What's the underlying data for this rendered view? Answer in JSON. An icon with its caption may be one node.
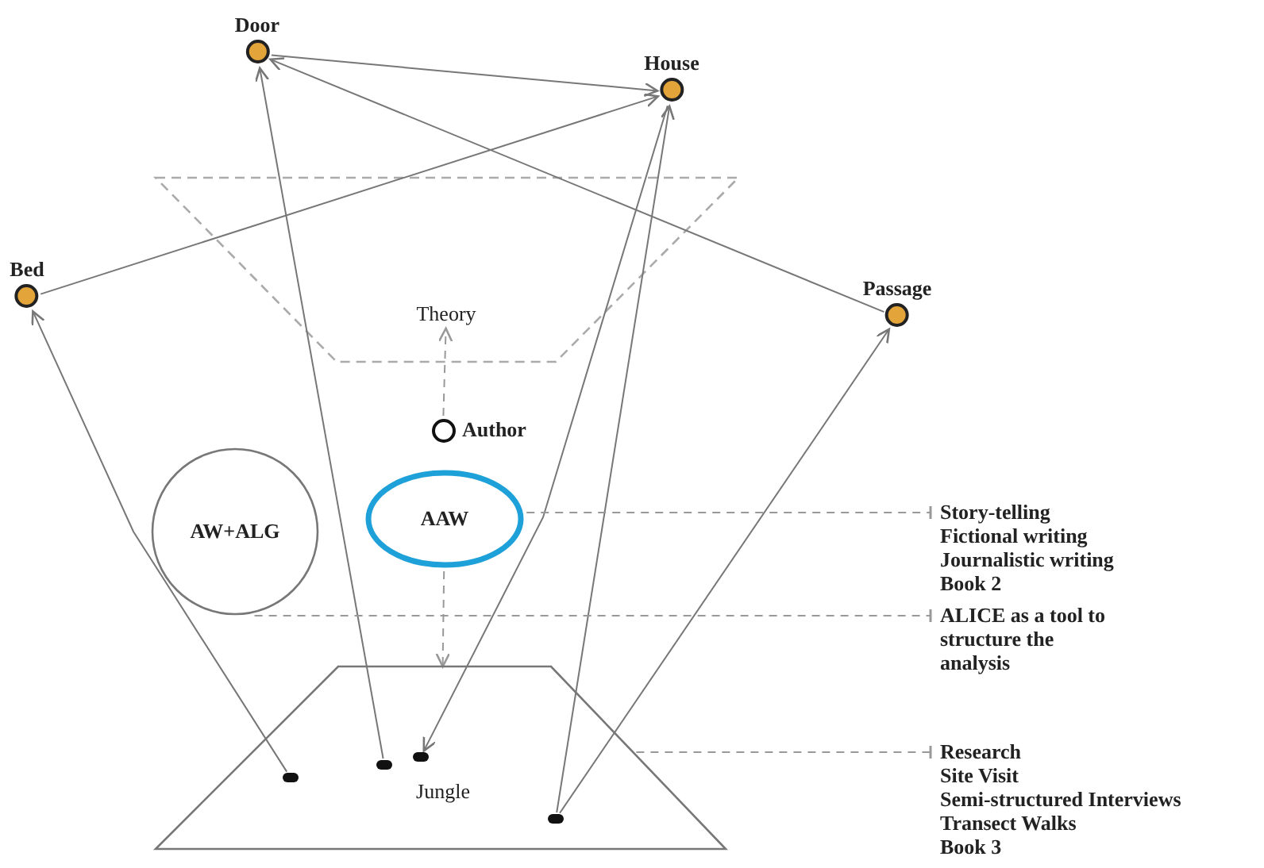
{
  "diagram": {
    "nodes": [
      {
        "text": [
          "Door"
        ]
      },
      {
        "text": [
          "House"
        ]
      },
      {
        "text": [
          "Bed"
        ]
      },
      {
        "text": [
          "Passage"
        ]
      },
      {
        "text": [
          "Theory"
        ]
      },
      {
        "text": [
          "Author"
        ]
      },
      {
        "text": [
          "AAW"
        ]
      },
      {
        "text": [
          "AW+ALG"
        ]
      },
      {
        "text": [
          "Jungle"
        ]
      },
      {
        "text": [],
        "shape": "circle",
        "in": 8
      },
      {
        "text": [],
        "shape": "circle",
        "in": 8
      },
      {
        "text": [],
        "shape": "circle",
        "in": 8
      },
      {
        "text": [],
        "shape": "circle",
        "in": 8
      },
      {
        "text": [
          "Story-telling",
          "Fictional writing",
          "Journalistic writing",
          "Book 2"
        ]
      },
      {
        "text": [
          "ALICE as a tool to structure the analysis"
        ]
      },
      {
        "text": [
          "Research",
          "Site Visit",
          "Semi-structured Interviews",
          "Transect Walks",
          "Book 3"
        ]
      }
    ],
    "edges": [
      {
        "from": 0,
        "to": 1,
        "arrow": "to"
      },
      {
        "from": 3,
        "to": 0,
        "arrow": "to"
      },
      {
        "from": 2,
        "to": 1,
        "arrow": "to"
      },
      {
        "from": 9,
        "to": 2,
        "arrow": "to"
      },
      {
        "from": 10,
        "to": 0,
        "arrow": "to"
      },
      {
        "from": 12,
        "to": 1,
        "arrow": "to"
      },
      {
        "from": 1,
        "to": 11,
        "arrow": "to"
      },
      {
        "from": 12,
        "to": 3,
        "arrow": "to"
      },
      {
        "from": 5,
        "to": 4,
        "arrow": "to",
        "style": "dashed",
        "color": "#999999"
      },
      {
        "from": 6,
        "to": 8,
        "arrow": "to",
        "style": "dashed",
        "color": "#999999"
      },
      {
        "from": 6,
        "to": 13,
        "arrow": "other",
        "style": "dashed",
        "color": "#999999"
      },
      {
        "from": 7,
        "to": 14,
        "arrow": "other",
        "style": "dashed",
        "color": "#999999"
      },
      {
        "from": 8,
        "to": 15,
        "arrow": "other",
        "style": "dashed",
        "color": "#999999"
      }
    ]
  }
}
